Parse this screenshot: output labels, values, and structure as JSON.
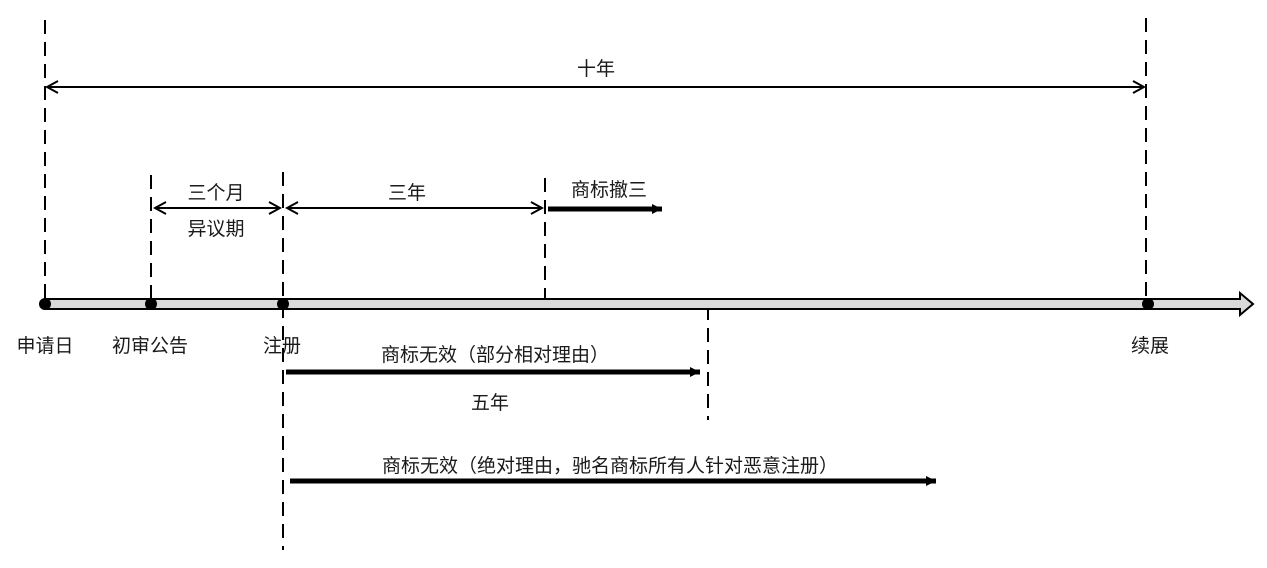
{
  "timeline": {
    "milestones": [
      "申请日",
      "初审公告",
      "注册",
      "续展"
    ]
  },
  "spans": {
    "ten_years": "十年",
    "three_months": "三个月",
    "opposition_period": "异议期",
    "three_years": "三年",
    "non_use_cancellation": "商标撤三",
    "invalidation_relative": "商标无效（部分相对理由）",
    "five_years": "五年",
    "invalidation_absolute": "商标无效（绝对理由，驰名商标所有人针对恶意注册）"
  }
}
